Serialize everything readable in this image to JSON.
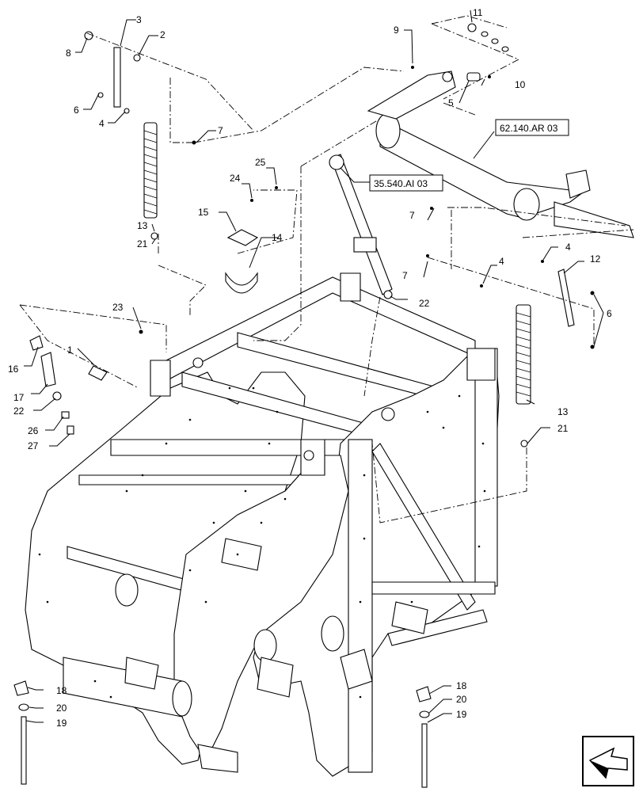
{
  "callouts": {
    "c1": "1",
    "c2": "2",
    "c3": "3",
    "c4a": "4",
    "c4b": "4",
    "c4c": "4",
    "c5": "5",
    "c6a": "6",
    "c6b": "6",
    "c7a": "7",
    "c7b": "7",
    "c7c": "7",
    "c8": "8",
    "c9": "9",
    "c10": "10",
    "c11": "11",
    "c12": "12",
    "c13a": "13",
    "c13b": "13",
    "c14": "14",
    "c15": "15",
    "c16": "16",
    "c17": "17",
    "c18a": "18",
    "c18b": "18",
    "c19a": "19",
    "c19b": "19",
    "c20a": "20",
    "c20b": "20",
    "c21a": "21",
    "c21b": "21",
    "c22a": "22",
    "c22b": "22",
    "c23": "23",
    "c24": "24",
    "c25": "25",
    "c26": "26",
    "c27": "27"
  },
  "references": {
    "ref_boxed_1": "62.140.AR 03",
    "ref_boxed_2": "35.540.AI 03"
  },
  "icons": {
    "nav_icon": "next-page-arrow-icon"
  }
}
